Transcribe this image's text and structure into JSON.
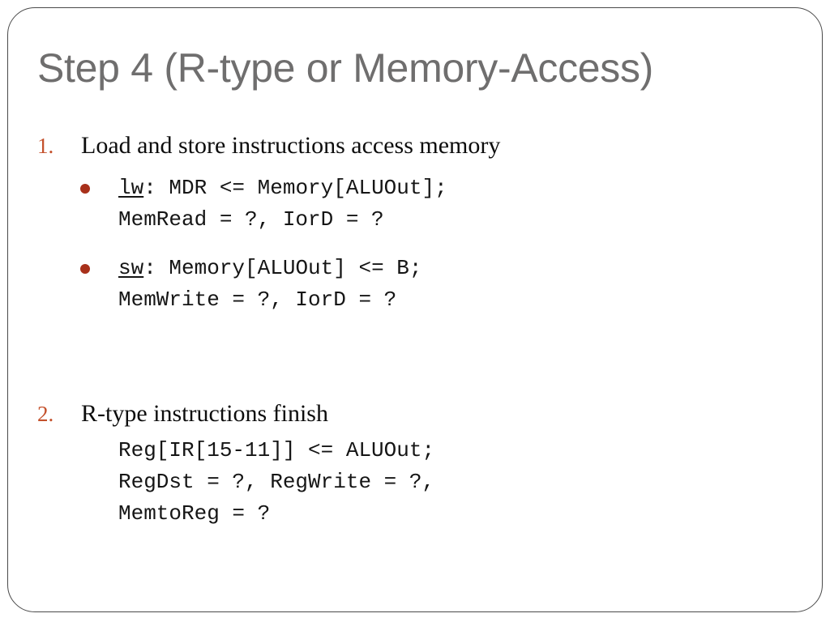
{
  "slide": {
    "title": "Step 4 (R-type or Memory-Access)",
    "title_color": "#6f6e6e",
    "background_color": "#ffffff",
    "border_color": "#4a4a4a",
    "number_marker_color": "#c4512c",
    "bullet_dot_color": "#a8301a",
    "body_text_color": "#0d0d0d"
  },
  "items": [
    {
      "marker": "1.",
      "text": "Load and store instructions access memory",
      "bullets": [
        {
          "keyword": "lw",
          "line1_rest": ": MDR <= Memory[ALUOut];",
          "line2": "MemRead = ?, IorD = ?"
        },
        {
          "keyword": "sw",
          "line1_rest": ": Memory[ALUOut] <= B;",
          "line2": "MemWrite = ?, IorD = ?"
        }
      ]
    },
    {
      "marker": "2.",
      "text": "R-type instructions finish",
      "code_lines": [
        "Reg[IR[15-11]] <= ALUOut;",
        "RegDst = ?, RegWrite = ?,",
        "MemtoReg = ?"
      ]
    }
  ]
}
